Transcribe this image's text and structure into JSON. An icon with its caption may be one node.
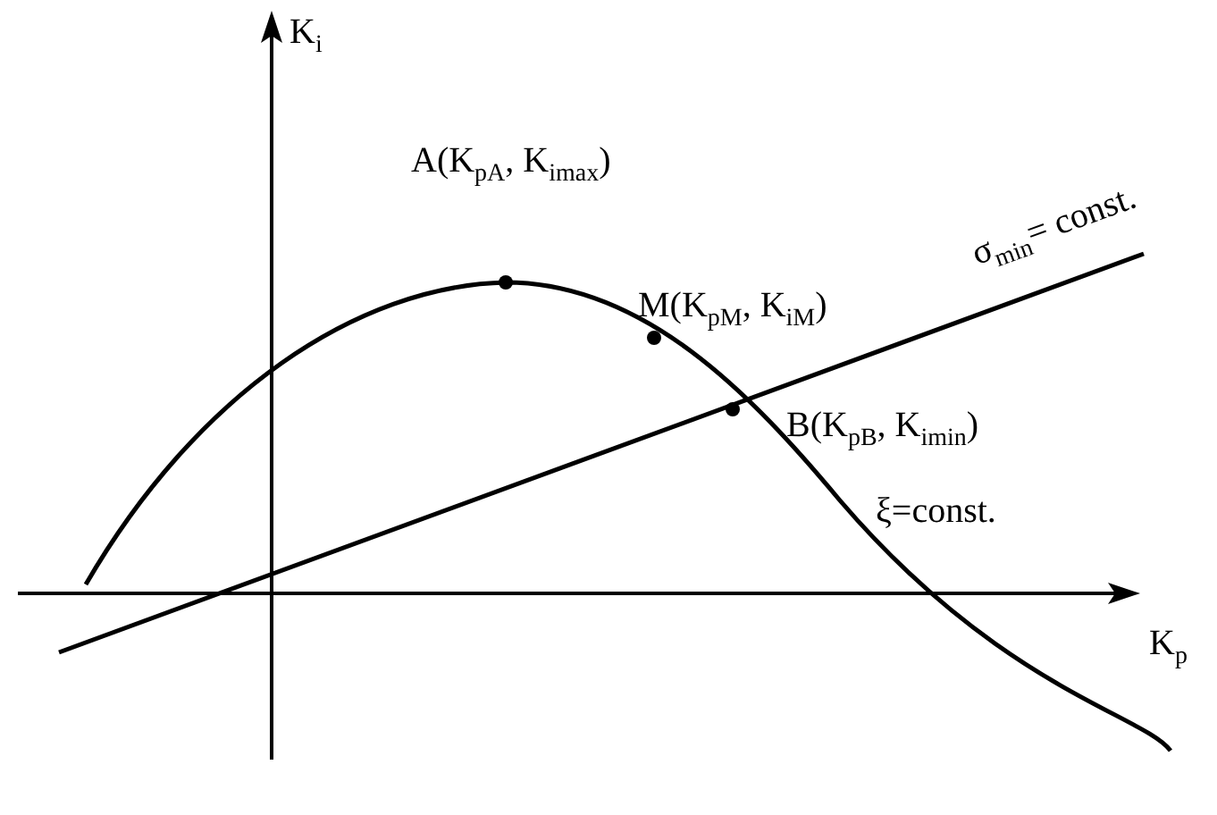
{
  "diagram": {
    "labels": [
      "K$_{i}$",
      "A(K$_{pA}$, K$_{imax}$)",
      "σ$_{min}$= const.",
      "M(K$_{pM}$, K$_{iM}$)",
      "B(K$_{pB}$, K$_{imin}$)",
      "ξ=const.",
      "K$_{p}$"
    ]
  }
}
